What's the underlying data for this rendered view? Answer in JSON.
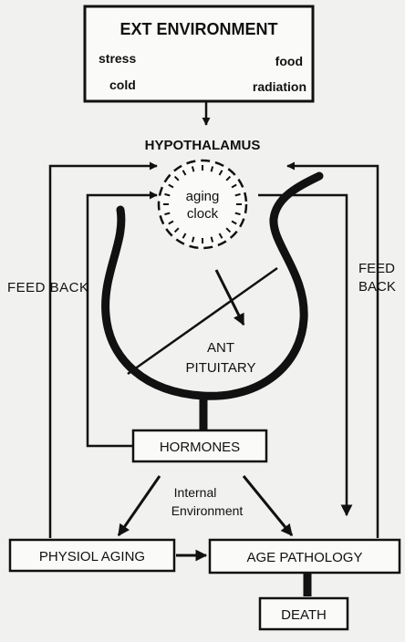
{
  "ext_environment": {
    "title": "EXT ENVIRONMENT",
    "factors": [
      "stress",
      "food",
      "cold",
      "radiation"
    ]
  },
  "hypothalamus": "HYPOTHALAMUS",
  "aging_clock": {
    "line1": "aging",
    "line2": "clock"
  },
  "feedback_left": "FEED BACK",
  "feedback_right": {
    "line1": "FEED",
    "line2": "BACK"
  },
  "ant_pituitary": {
    "line1": "ANT",
    "line2": "PITUITARY"
  },
  "hormones": "HORMONES",
  "internal_environment": {
    "line1": "Internal",
    "line2": "Environment"
  },
  "physiol_aging": "PHYSIOL AGING",
  "age_pathology": "AGE PATHOLOGY",
  "death": "DEATH"
}
